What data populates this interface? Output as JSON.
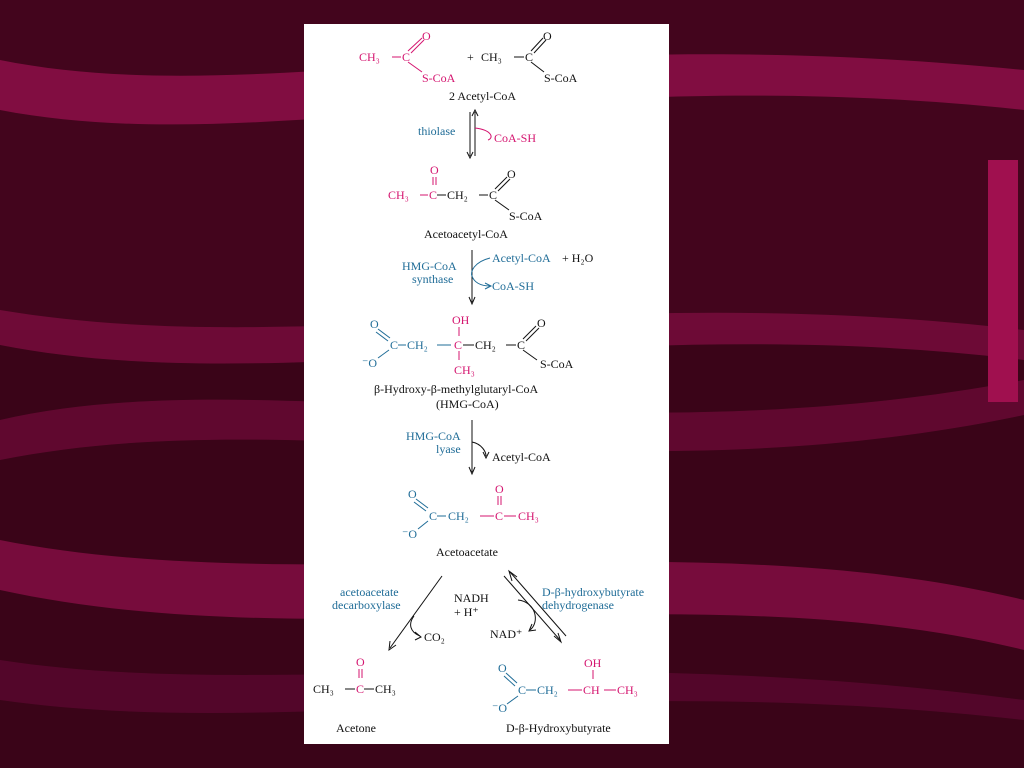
{
  "colors": {
    "background": "#3a0418",
    "swoosh": "#8c0f48",
    "panel": "#ffffff",
    "magenta": "#d4146f",
    "blue": "#1f6c97",
    "black": "#111111"
  },
  "pathway": {
    "start": {
      "left_formula": {
        "ch3": "CH₃",
        "c": "C",
        "o": "O",
        "scoa": "S-CoA"
      },
      "plus": "+",
      "right_formula": {
        "ch3": "CH₃",
        "c": "C",
        "o": "O",
        "scoa": "S-CoA"
      },
      "name": "2 Acetyl-CoA"
    },
    "step1": {
      "enzyme": "thiolase",
      "product_side": "CoA-SH"
    },
    "acetoacetyl_coa": {
      "formula": {
        "ch3": "CH₃",
        "c1": "C",
        "o1": "O",
        "ch2": "CH₂",
        "c2": "C",
        "o2": "O",
        "scoa": "S-CoA"
      },
      "name": "Acetoacetyl-CoA"
    },
    "step2": {
      "enzyme_line1": "HMG-CoA",
      "enzyme_line2": "synthase",
      "substrate_in": "Acetyl-CoA",
      "water": "+ H₂O",
      "product_side": "CoA-SH"
    },
    "hmg_coa": {
      "formula": {
        "o_top": "O",
        "o_minus": "⁻O",
        "c1": "C",
        "ch2a": "CH₂",
        "c2": "C",
        "oh": "OH",
        "ch3": "CH₃",
        "ch2b": "CH₂",
        "c3": "C",
        "o3": "O",
        "scoa": "S-CoA"
      },
      "name_line1": "β-Hydroxy-β-methylglutaryl-CoA",
      "name_line2": "(HMG-CoA)"
    },
    "step3": {
      "enzyme_line1": "HMG-CoA",
      "enzyme_line2": "lyase",
      "product_side": "Acetyl-CoA"
    },
    "acetoacetate": {
      "formula": {
        "o_top": "O",
        "o_minus": "⁻O",
        "c1": "C",
        "ch2": "CH₂",
        "c2": "C",
        "o2": "O",
        "ch3": "CH₃"
      },
      "name": "Acetoacetate"
    },
    "step4_left": {
      "enzyme_line1": "acetoacetate",
      "enzyme_line2": "decarboxylase",
      "product_side": "CO₂"
    },
    "step4_right": {
      "enzyme_line1": "D-β-hydroxybutyrate",
      "enzyme_line2": "dehydrogenase",
      "cofactor_in_line1": "NADH",
      "cofactor_in_line2": "+ H⁺",
      "cofactor_out": "NAD⁺"
    },
    "acetone": {
      "formula": {
        "ch3a": "CH₃",
        "c": "C",
        "o": "O",
        "ch3b": "CH₃"
      },
      "name": "Acetone"
    },
    "hydroxybutyrate": {
      "formula": {
        "o_top": "O",
        "o_minus": "⁻O",
        "c1": "C",
        "ch2": "CH₂",
        "ch": "CH",
        "oh": "OH",
        "ch3": "CH₃"
      },
      "name": "D-β-Hydroxybutyrate"
    }
  }
}
